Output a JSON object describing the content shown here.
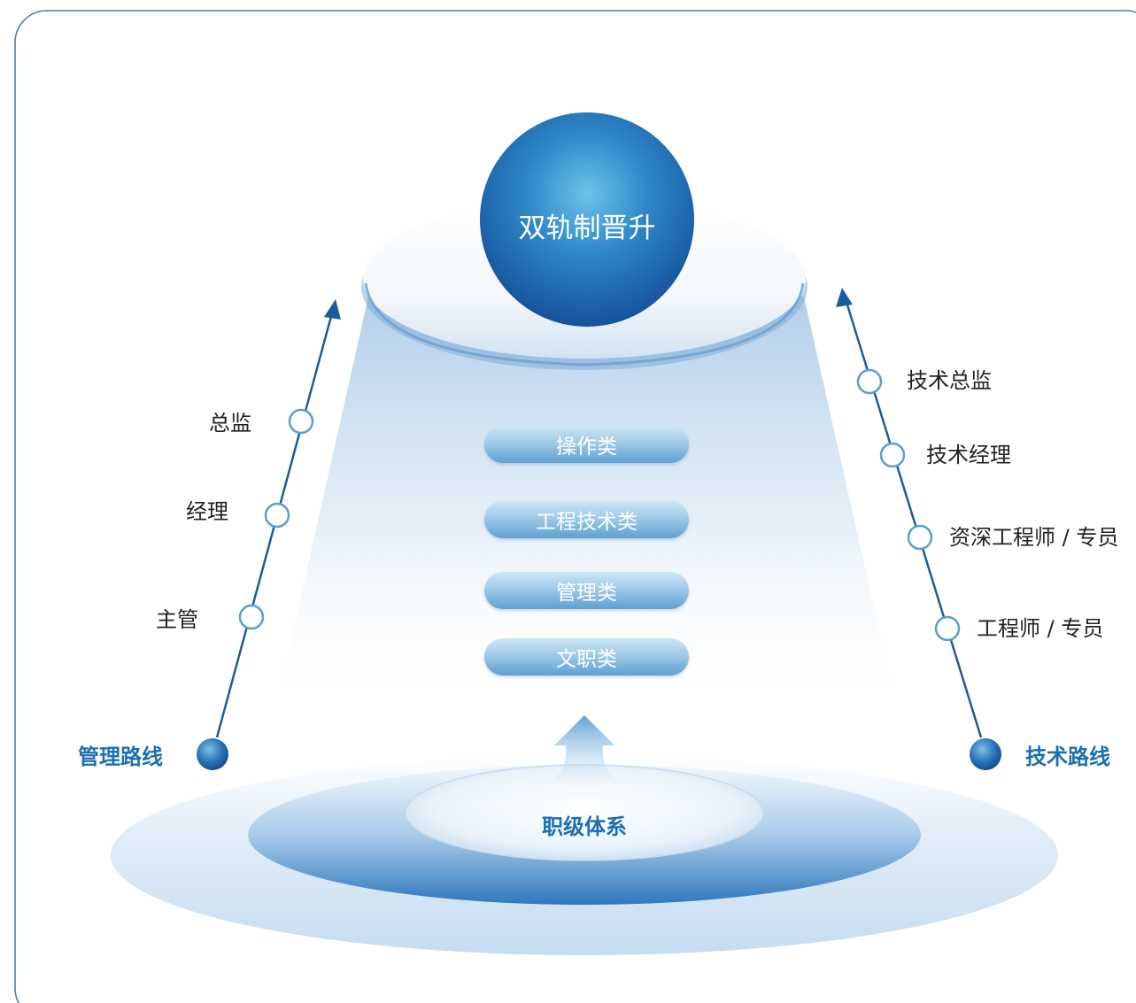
{
  "center": {
    "title": "双轨制晋升"
  },
  "categories": [
    "操作类",
    "工程技术类",
    "管理类",
    "文职类"
  ],
  "base": {
    "label": "职级体系"
  },
  "management_track": {
    "title": "管理路线",
    "levels": [
      "主管",
      "经理",
      "总监"
    ]
  },
  "technical_track": {
    "title": "技术路线",
    "levels": [
      "工程师 / 专员",
      "资深工程师 / 专员",
      "技术经理",
      "技术总监"
    ]
  },
  "colors": {
    "accent": "#1d6fb0",
    "line": "#1d5c9a",
    "node_outline": "#5aa0d0",
    "frame": "#4a7fb5"
  }
}
